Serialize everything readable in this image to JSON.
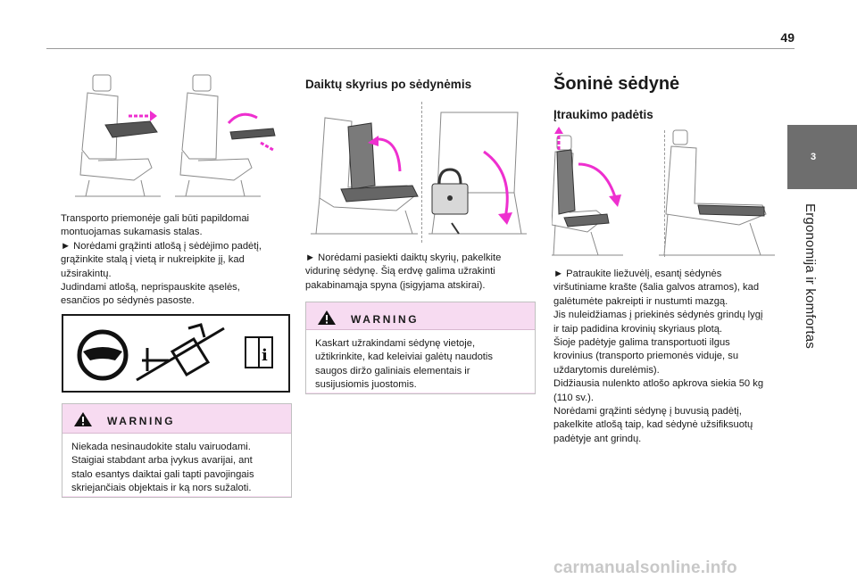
{
  "header": {
    "page_number": "49"
  },
  "side_tab": {
    "chapter_number": "3",
    "chapter_title": "Ergonomija ir komfortas"
  },
  "col1": {
    "text_lines": [
      "Transporto priemonėje gali būti papildomai",
      "montuojamas sukamasis stalas.",
      "► Norėdami grąžinti atlošą į sėdėjimo padėtį,",
      "grąžinkite stalą į vietą ir nukreipkite jį, kad",
      "užsirakintų.",
      "Judindami atlošą, neprispauskite ąselės,",
      "esančios po sėdynės pasoste."
    ],
    "warning": {
      "title": "WARNING",
      "lines": [
        "Niekada nesinaudokite stalu vairuodami.",
        "Staigiai stabdant arba įvykus avarijai, ant",
        "stalo esantys daiktai gali tapti pavojingais",
        "skriejančiais objektais ir ką nors sužaloti."
      ]
    }
  },
  "col2": {
    "heading": "Daiktų skyrius po sėdynėmis",
    "text_lines": [
      "► Norėdami pasiekti daiktų skyrių, pakelkite",
      "vidurinę sėdynę. Šią erdvę galima užrakinti",
      "pakabinamąja spyna (įsigyjama atskirai)."
    ],
    "warning": {
      "title": "WARNING",
      "lines": [
        "Kaskart užrakindami sėdynę vietoje,",
        "užtikrinkite, kad keleiviai galėtų naudotis",
        "saugos diržo galiniais elementais ir",
        "susijusiomis juostomis."
      ]
    }
  },
  "col3": {
    "heading": "Šoninė sėdynė",
    "subheading": "Įtraukimo padėtis",
    "text_lines": [
      "► Patraukite liežuvėlį, esantį sėdynės",
      "viršutiniame krašte (šalia galvos atramos), kad",
      "galėtumėte pakreipti ir nustumti mazgą.",
      "Jis nuleidžiamas į priekinės sėdynės grindų lygį",
      "ir taip padidina krovinių skyriaus plotą.",
      "Šioje padėtyje galima transportuoti ilgus",
      "krovinius (transporto priemonės viduje, su",
      "uždarytomis durelėmis).",
      "Didžiausia nulenkto atlošo apkrova siekia 50 kg",
      "(110 sv.).",
      "Norėdami grąžinti sėdynę į buvusią padėtį,",
      "pakelkite atlošą taip, kad sėdynė užsifiksuotų",
      "padėtyje ant grindų."
    ]
  },
  "footer": {
    "watermark": "carmanualsonline.info"
  },
  "colors": {
    "accent_magenta": "#ee2fcf",
    "warning_bg": "#f7dbf1",
    "tab_gray": "#6e6e6e"
  }
}
